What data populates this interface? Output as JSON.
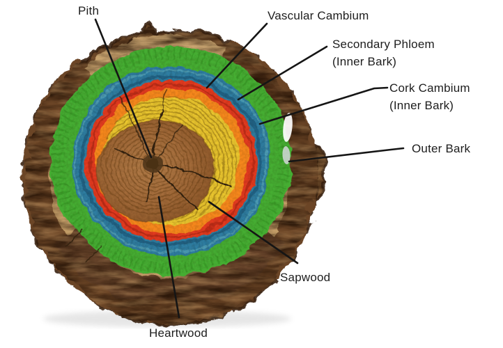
{
  "page": {
    "background_color": "#ffffff"
  },
  "diagram": {
    "type": "labeled-illustration",
    "subject": "Tree trunk cross-section with annotated layers",
    "labels": {
      "pith": {
        "line1": "Pith"
      },
      "vascular_cambium": {
        "line1": "Vascular Cambium"
      },
      "secondary_phloem": {
        "line1": "Secondary Phloem",
        "line2": "(Inner Bark)"
      },
      "cork_cambium": {
        "line1": "Cork Cambium",
        "line2": "(Inner Bark)"
      },
      "outer_bark": {
        "line1": "Outer Bark"
      },
      "sapwood": {
        "line1": "Sapwood"
      },
      "heartwood": {
        "line1": "Heartwood"
      }
    },
    "colors": {
      "outer_bark_brown": "#6b4526",
      "bark_shadow_brown": "#3a2312",
      "cut_wood_tan": "#c9a571",
      "cork_cambium_green": "#45ad32",
      "secondary_phloem_blue": "#2e7da1",
      "vascular_cambium_red": "#e23a1f",
      "cambium_orange": "#f5871c",
      "sapwood_yellow": "#e9c52e",
      "heartwood_brown": "#a26a39",
      "pith_dark_brown": "#4a3114",
      "leader_line_black": "#151515",
      "label_text": "#1d1d1d"
    }
  }
}
